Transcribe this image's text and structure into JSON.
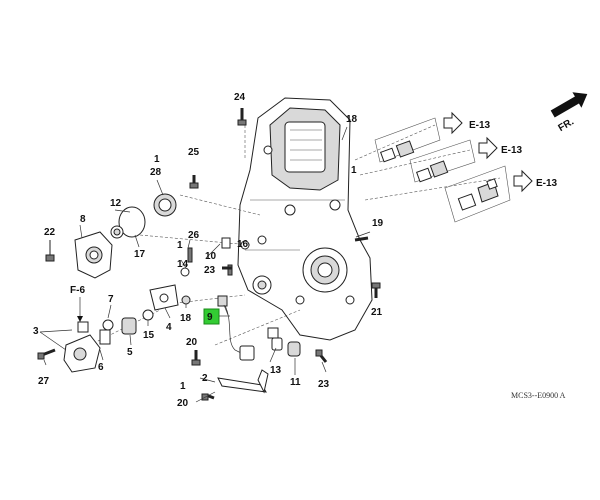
{
  "diagram": {
    "drawing_code": "MCS3--E0900 A",
    "fr_marker": "FR.",
    "ref_pages": {
      "e13_a": "E-13",
      "e13_b": "E-13",
      "e13_c": "E-13",
      "f6": "F-6"
    },
    "highlight_label": "9",
    "callouts": {
      "c1_top": "1",
      "c28": "28",
      "c25": "25",
      "c24": "24",
      "c18_top": "18",
      "c1_mid": "1",
      "c12": "12",
      "c17": "17",
      "c8": "8",
      "c22": "22",
      "c26": "26",
      "c1_left": "1",
      "c14": "14",
      "c10": "10",
      "c23_mid": "23",
      "c16": "16",
      "c19": "19",
      "c21": "21",
      "c7": "7",
      "c3": "3",
      "c4": "4",
      "c18_low": "18",
      "c15": "15",
      "c5": "5",
      "c6": "6",
      "c27": "27",
      "c20_a": "20",
      "c1_bot": "1",
      "c2": "2",
      "c20_b": "20",
      "c13": "13",
      "c11": "11",
      "c23_bot": "23"
    }
  }
}
